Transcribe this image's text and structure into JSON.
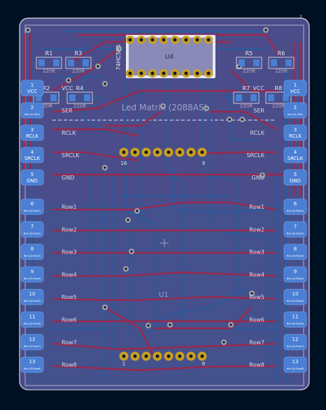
{
  "board": {
    "title": "Led Matrix (2088AS)",
    "ic_ref": "U4",
    "ic_value": "74HC595",
    "matrix_ref": "U1",
    "silk_top_left": "2",
    "header_top_first": "16",
    "header_top_last": "9",
    "header_bottom_first": "1",
    "header_bottom_last": "8"
  },
  "resistors": [
    {
      "ref": "R1",
      "value": "220R"
    },
    {
      "ref": "R3",
      "value": "220R"
    },
    {
      "ref": "R5",
      "value": "220R"
    },
    {
      "ref": "R6",
      "value": "220R"
    },
    {
      "ref": "R2",
      "value": "220R"
    },
    {
      "ref": "R4",
      "value": "220R"
    },
    {
      "ref": "R7",
      "value": "220R"
    },
    {
      "ref": "R8",
      "value": "220R"
    }
  ],
  "left_pads": [
    {
      "num": "1",
      "label": "VCC",
      "net": "VCC"
    },
    {
      "num": "2",
      "label": "Net-(J3-SER)",
      "net": "SER"
    },
    {
      "num": "3",
      "label": "RCLK",
      "net": "RCLK"
    },
    {
      "num": "4",
      "label": "SRCLK",
      "net": "SRCLK"
    },
    {
      "num": "5",
      "label": "GND",
      "net": "GND"
    },
    {
      "num": "6",
      "label": "Net-(J3-Row1)",
      "net": "Row1"
    },
    {
      "num": "7",
      "label": "Net-(J3-Row2)",
      "net": "Row2"
    },
    {
      "num": "8",
      "label": "Net-(J3-Row3)",
      "net": "Row3"
    },
    {
      "num": "9",
      "label": "Net-(J3-Row4)",
      "net": "Row4"
    },
    {
      "num": "10",
      "label": "Net-(J3-Row5)",
      "net": "Row5"
    },
    {
      "num": "11",
      "label": "Net-(J3-Row6)",
      "net": "Row6"
    },
    {
      "num": "12",
      "label": "Net-(J3-Row7)",
      "net": "Row7"
    },
    {
      "num": "13",
      "label": "Net-(J3-Row8)",
      "net": "Row8"
    }
  ],
  "right_pads": [
    {
      "num": "1",
      "label": "VCC",
      "net": "VCC"
    },
    {
      "num": "2",
      "label": "Net-(J3-SER)",
      "net": "SER"
    },
    {
      "num": "3",
      "label": "RCLK",
      "net": "RCLK"
    },
    {
      "num": "4",
      "label": "SRCLK",
      "net": "SRCLK"
    },
    {
      "num": "5",
      "label": "GND",
      "net": "GND"
    },
    {
      "num": "6",
      "label": "Net-(J4-Row1)",
      "net": "Row1"
    },
    {
      "num": "7",
      "label": "Net-(J4-Row2)",
      "net": "Row2"
    },
    {
      "num": "8",
      "label": "Net-(J4-Row3)",
      "net": "Row3"
    },
    {
      "num": "9",
      "label": "Net-(J4-Row4)",
      "net": "Row4"
    },
    {
      "num": "10",
      "label": "Net-(J4-Row5)",
      "net": "Row5"
    },
    {
      "num": "11",
      "label": "Net-(J4-Row6)",
      "net": "Row6"
    },
    {
      "num": "12",
      "label": "Net-(J4-Row7)",
      "net": "Row7"
    },
    {
      "num": "13",
      "label": "Net-(J4-Row8)",
      "net": "Row8"
    }
  ],
  "colors": {
    "background": "#001023",
    "board": "#4b4d8a",
    "top_copper": "#a32545",
    "bottom_copper": "#2a5a9a",
    "pad": "#4a7fd4",
    "gold": "#c8a020",
    "silk": "#e8e8f0"
  }
}
